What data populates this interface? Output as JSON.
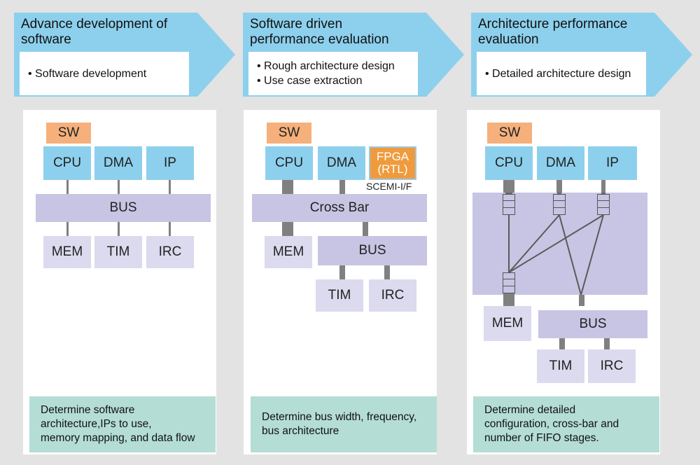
{
  "stages": [
    {
      "title_line1": "Advance development of",
      "title_line2": "software",
      "bullets": [
        "• Software development"
      ],
      "sw_label": "SW",
      "cpu": "CPU",
      "dma": "DMA",
      "ip": "IP",
      "bus": "BUS",
      "mem": "MEM",
      "tim": "TIM",
      "irc": "IRC",
      "note_lines": [
        "Determine software",
        "architecture,IPs to use,",
        "memory mapping, and data flow"
      ]
    },
    {
      "title_line1": "Software driven",
      "title_line2": "performance evaluation",
      "bullets": [
        "• Rough architecture design",
        "• Use case extraction"
      ],
      "sw_label": "SW",
      "cpu": "CPU",
      "dma": "DMA",
      "fpga_line1": "FPGA",
      "fpga_line2": "(RTL)",
      "scemi": "SCEMI-I/F",
      "crossbar": "Cross Bar",
      "mem": "MEM",
      "bus": "BUS",
      "tim": "TIM",
      "irc": "IRC",
      "note_lines": [
        "Determine bus width, frequency,",
        "bus architecture"
      ]
    },
    {
      "title_line1": "Architecture performance",
      "title_line2": "evaluation",
      "bullets": [
        "• Detailed architecture design"
      ],
      "sw_label": "SW",
      "cpu": "CPU",
      "dma": "DMA",
      "ip": "IP",
      "mem": "MEM",
      "bus": "BUS",
      "tim": "TIM",
      "irc": "IRC",
      "note_lines": [
        "Determine detailed",
        "configuration, cross-bar and",
        "number of FIFO stages."
      ]
    }
  ],
  "colors": {
    "chevron": "#8dd0ed",
    "component": "#8dd0ed",
    "bus": "#c7c5e3",
    "peripheral": "#dcdaee",
    "sw": "#f5b07b",
    "fpga": "#ef9b3d",
    "note": "#b4ddd6",
    "background": "#e3e3e3"
  }
}
